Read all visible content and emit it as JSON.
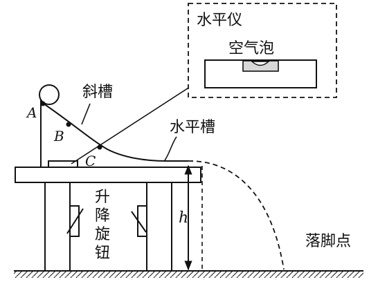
{
  "inset": {
    "title": "水平仪",
    "bubble_label": "空气泡"
  },
  "labels": {
    "inclined_groove": "斜槽",
    "horizontal_groove": "水平槽",
    "point_a": "A",
    "point_b": "B",
    "point_c": "C",
    "height": "h",
    "landing_point": "落脚点",
    "lift_knob": [
      "升",
      "降",
      "旋",
      "钮"
    ]
  },
  "colors": {
    "ink": "#111111",
    "background": "#ffffff"
  }
}
